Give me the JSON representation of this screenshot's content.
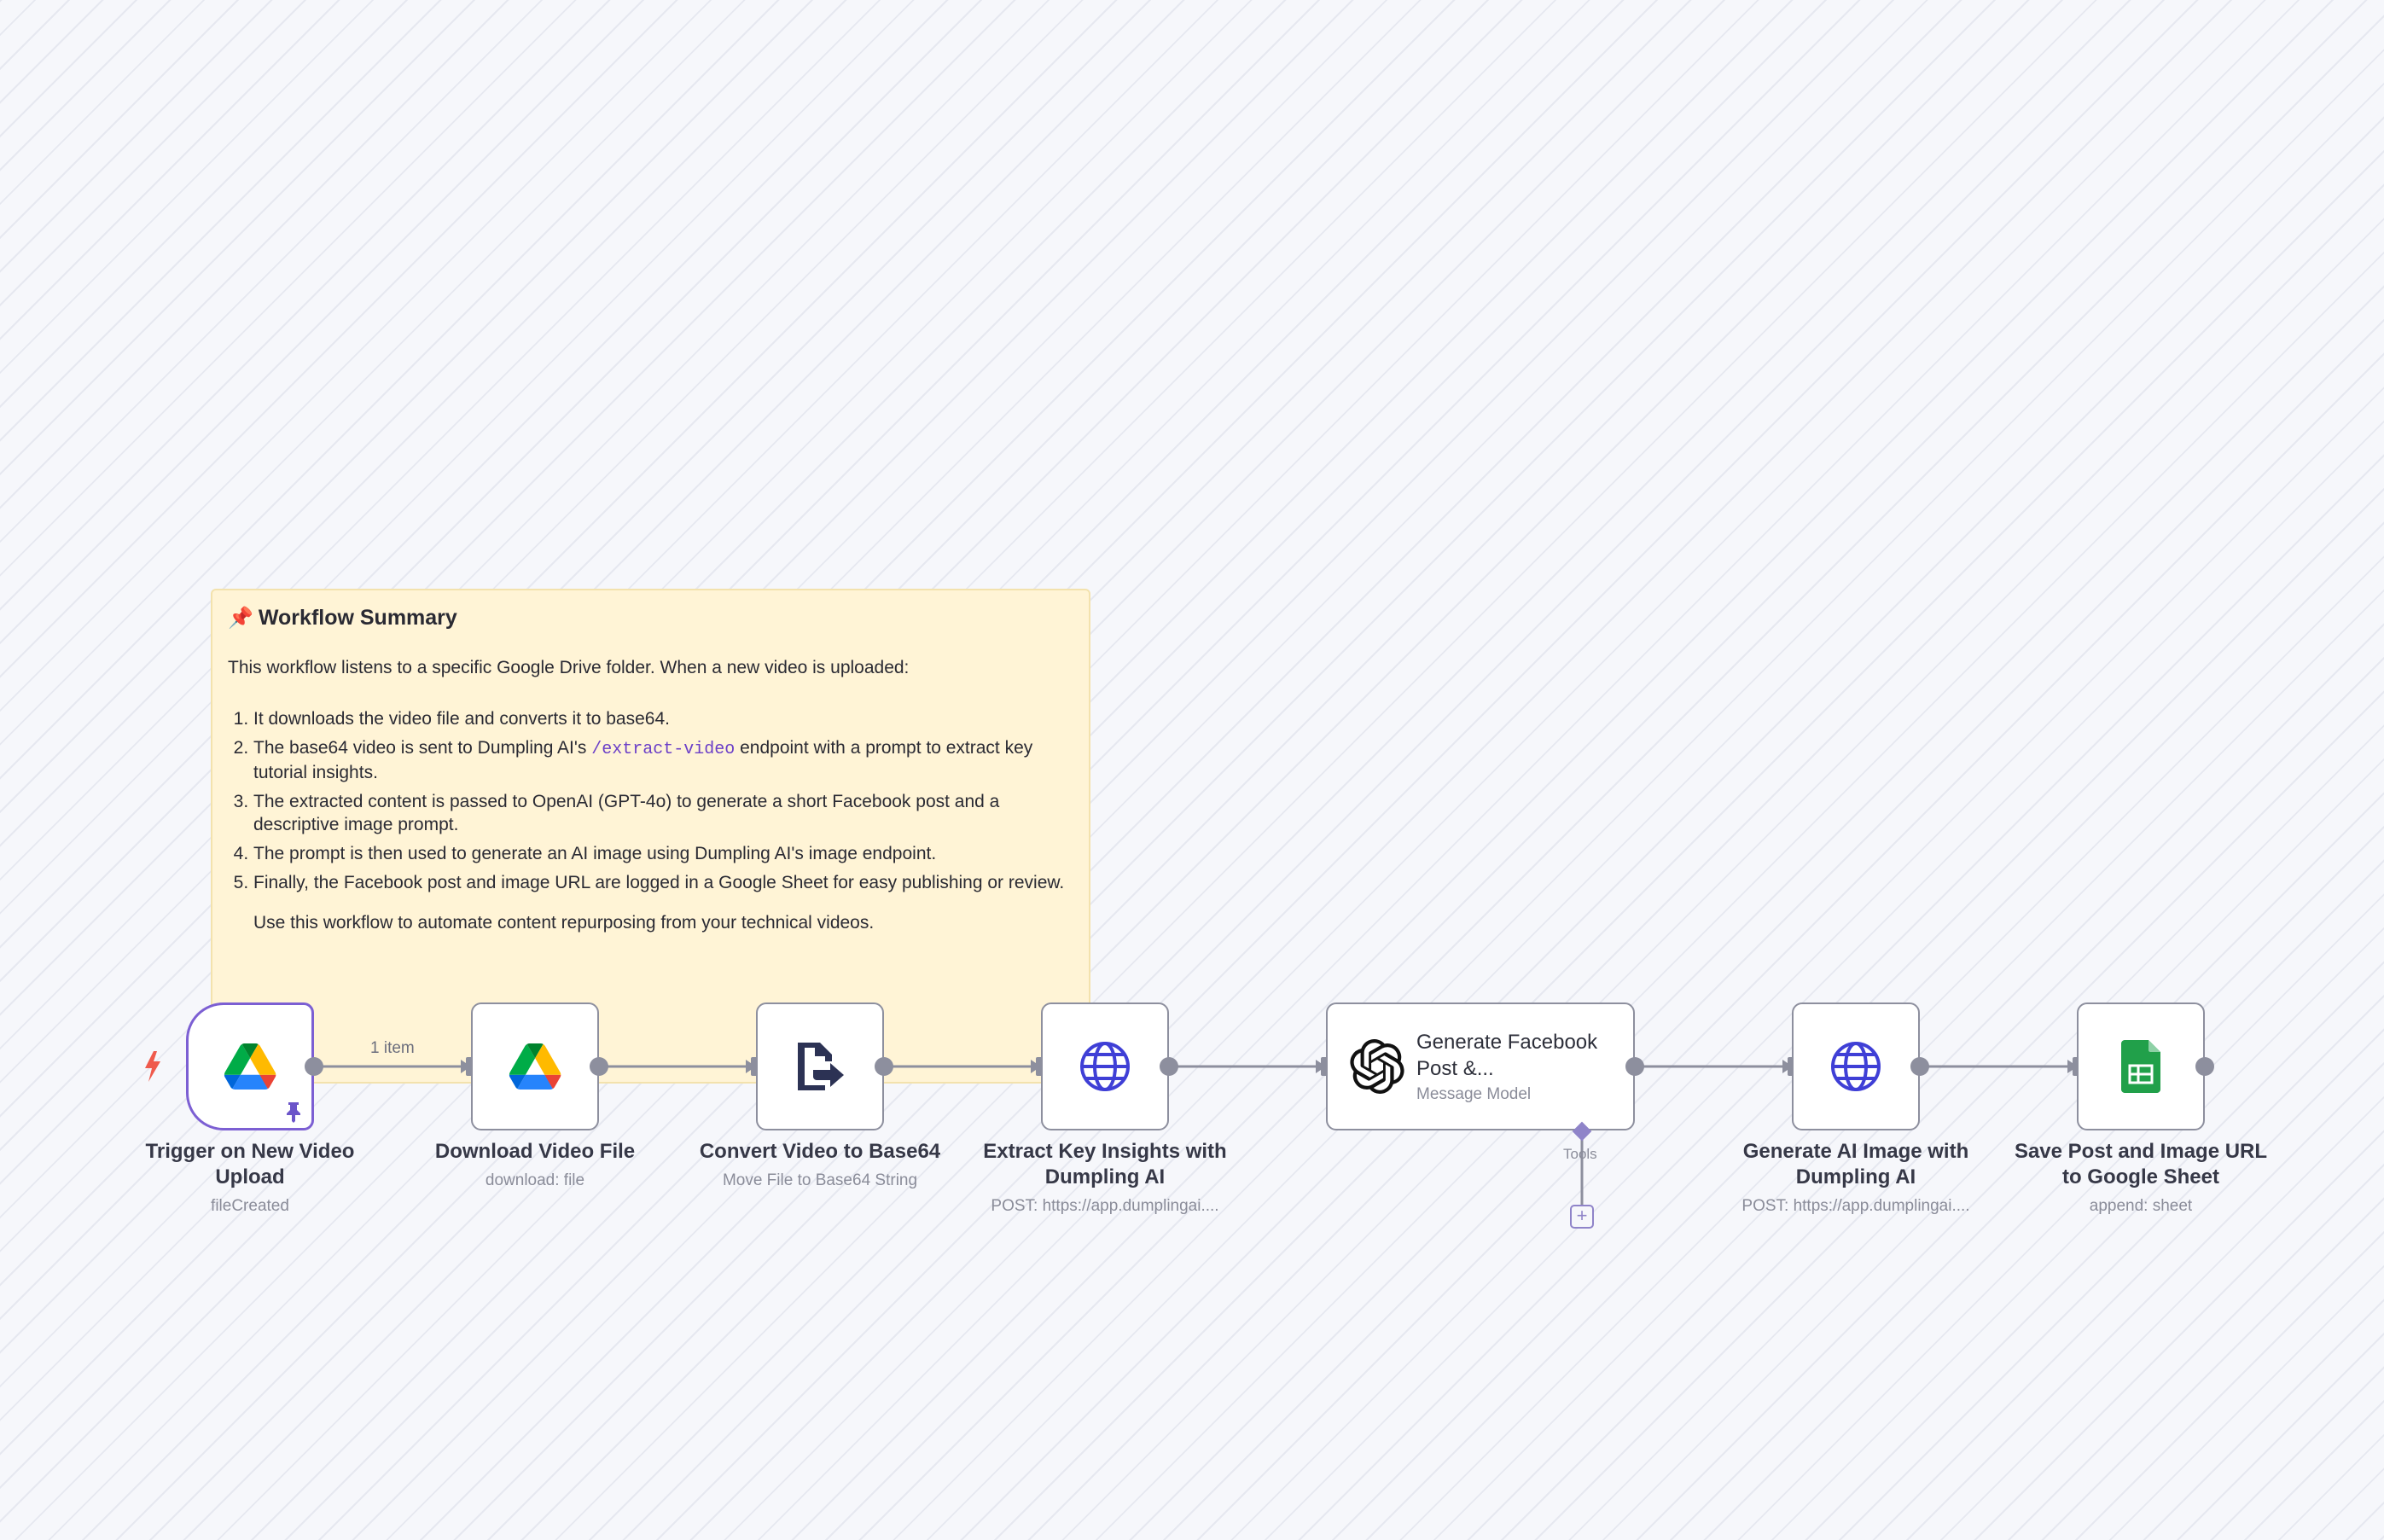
{
  "sticky": {
    "title": "Workflow Summary",
    "intro": "This workflow listens to a specific Google Drive folder. When a new video is uploaded:",
    "steps": [
      {
        "text": "It downloads the video file and converts it to base64."
      },
      {
        "pre": "The base64 video is sent to Dumpling AI's ",
        "code": "/extract-video",
        "post": " endpoint with a prompt to extract key tutorial insights."
      },
      {
        "text": "The extracted content is passed to OpenAI (GPT-4o) to generate a short Facebook post and a descriptive image prompt."
      },
      {
        "text": "The prompt is then used to generate an AI image using Dumpling AI's image endpoint."
      },
      {
        "text": "Finally, the Facebook post and image URL are logged in a Google Sheet for easy publishing or review."
      }
    ],
    "outro": "Use this workflow to automate content repurposing from your technical videos."
  },
  "connection": {
    "items_label": "1 item"
  },
  "nodes": [
    {
      "title": "Trigger on New Video Upload",
      "subtitle": "fileCreated",
      "icon": "google-drive-icon"
    },
    {
      "title": "Download Video File",
      "subtitle": "download: file",
      "icon": "google-drive-icon"
    },
    {
      "title": "Convert Video to Base64",
      "subtitle": "Move File to Base64 String",
      "icon": "convert-file-icon"
    },
    {
      "title": "Extract Key Insights with Dumpling AI",
      "subtitle": "POST: https://app.dumplingai....",
      "icon": "globe-icon"
    },
    {
      "title": "Generate Facebook Post &...",
      "subtitle": "Message Model",
      "icon": "openai-icon"
    },
    {
      "title": "Generate AI Image with Dumpling AI",
      "subtitle": "POST: https://app.dumplingai....",
      "icon": "globe-icon"
    },
    {
      "title": "Save Post and Image URL to Google Sheet",
      "subtitle": "append: sheet",
      "icon": "google-sheets-icon"
    }
  ],
  "tools": {
    "label": "Tools",
    "add": "+"
  },
  "colors": {
    "globe": "#3f3fd6",
    "sheets": "#21a04a",
    "trigger_border": "#7c5fd3",
    "sticky_bg": "#fff4d6"
  }
}
